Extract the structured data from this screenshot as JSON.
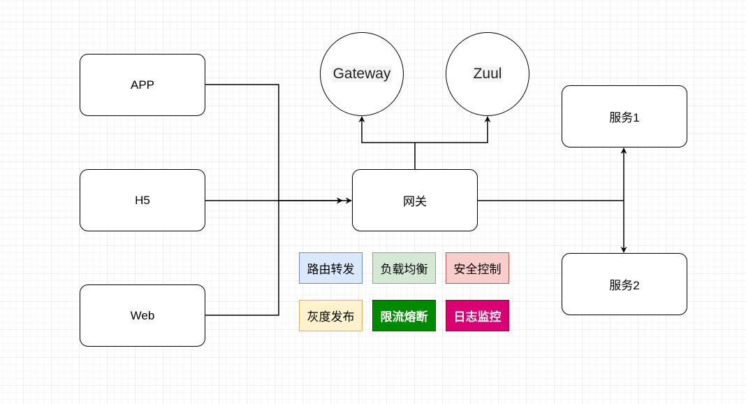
{
  "clients": [
    {
      "label": "APP"
    },
    {
      "label": "H5"
    },
    {
      "label": "Web"
    }
  ],
  "gateway": {
    "label": "网关"
  },
  "implementations": [
    {
      "label": "Gateway"
    },
    {
      "label": "Zuul"
    }
  ],
  "services": [
    {
      "label": "服务1"
    },
    {
      "label": "服务2"
    }
  ],
  "features": [
    {
      "label": "路由转发",
      "fill": "#dae8fc",
      "stroke": "#6c8ebf",
      "text_color": "#000000"
    },
    {
      "label": "负载均衡",
      "fill": "#d5e8d4",
      "stroke": "#82b366",
      "text_color": "#000000"
    },
    {
      "label": "安全控制",
      "fill": "#f8cecc",
      "stroke": "#b85450",
      "text_color": "#000000"
    },
    {
      "label": "灰度发布",
      "fill": "#fff2cc",
      "stroke": "#d6b656",
      "text_color": "#000000"
    },
    {
      "label": "限流熔断",
      "fill": "#008a00",
      "stroke": "#005700",
      "text_color": "#ffffff"
    },
    {
      "label": "日志监控",
      "fill": "#d80073",
      "stroke": "#a50040",
      "text_color": "#ffffff"
    }
  ]
}
